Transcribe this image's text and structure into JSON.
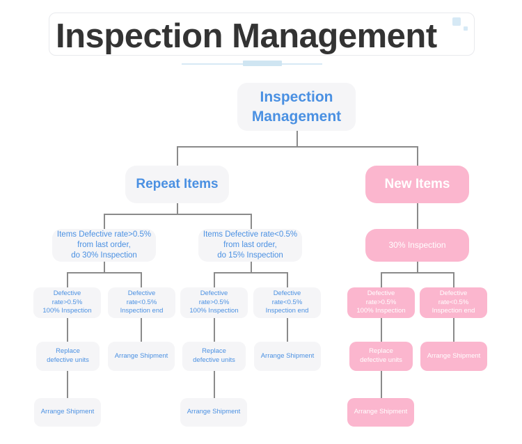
{
  "header": {
    "title": "Inspection Management",
    "decor": {
      "square_large": "decor-square",
      "square_small": "decor-square"
    }
  },
  "palette": {
    "blue_node_bg": "#f5f5f7",
    "blue_node_text": "#4a90e2",
    "pink_node_bg": "#fbb6ce",
    "pink_node_text": "#ffffff",
    "connector": "#8a8a8a",
    "title_text": "#333333",
    "accent_underline": "#d6e9f5",
    "page_bg": "#ffffff"
  },
  "chart_data": {
    "type": "diagram",
    "title": "Inspection Management",
    "layout": "top-down tree",
    "root": "Inspection Management",
    "branches": [
      {
        "name": "Repeat Items",
        "color": "blue",
        "children": [
          {
            "name": "Items Defective rate>0.5% from last order, do 30% Inspection",
            "children": [
              {
                "name": "Defective rate>0.5% 100% Inspection",
                "children": [
                  {
                    "name": "Replace defective units",
                    "children": [
                      {
                        "name": "Arrange Shipment"
                      }
                    ]
                  }
                ]
              },
              {
                "name": "Defective rate<0.5% Inspection end",
                "children": [
                  {
                    "name": "Arrange Shipment"
                  }
                ]
              }
            ]
          },
          {
            "name": "Items Defective rate<0.5% from last order, do 15% Inspection",
            "children": [
              {
                "name": "Defective rate>0.5% 100% Inspection",
                "children": [
                  {
                    "name": "Replace defective units",
                    "children": [
                      {
                        "name": "Arrange Shipment"
                      }
                    ]
                  }
                ]
              },
              {
                "name": "Defective rate<0.5% Inspection end",
                "children": [
                  {
                    "name": "Arrange Shipment"
                  }
                ]
              }
            ]
          }
        ]
      },
      {
        "name": "New Items",
        "color": "pink",
        "children": [
          {
            "name": "30% Inspection",
            "children": [
              {
                "name": "Defective rate>0.5% 100% Inspection",
                "children": [
                  {
                    "name": "Replace defective units",
                    "children": [
                      {
                        "name": "Arrange Shipment"
                      }
                    ]
                  }
                ]
              },
              {
                "name": "Defective rate<0.5% Inspection end",
                "children": [
                  {
                    "name": "Arrange Shipment"
                  }
                ]
              }
            ]
          }
        ]
      }
    ]
  },
  "nodes": {
    "root": "Inspection Management",
    "repeat_items": "Repeat Items",
    "new_items": "New Items",
    "repeat_rate_high": "Items Defective rate>0.5%\nfrom last order,\ndo 30% Inspection",
    "repeat_rate_low": "Items Defective rate<0.5%\nfrom last order,\ndo 15% Inspection",
    "new_inspection": "30% Inspection",
    "r1_defect_high": "Defective rate>0.5%\n100% Inspection",
    "r1_defect_low": "Defective rate<0.5%\nInspection end",
    "r2_defect_high": "Defective rate>0.5%\n100% Inspection",
    "r2_defect_low": "Defective rate<0.5%\nInspection end",
    "n_defect_high": "Defective rate>0.5%\n100% Inspection",
    "n_defect_low": "Defective rate<0.5%\nInspection end",
    "r1_replace": "Replace\ndefective units",
    "r1_arrange_mid": "Arrange Shipment",
    "r2_replace": "Replace\ndefective units",
    "r2_arrange_mid": "Arrange Shipment",
    "n_replace": "Replace\ndefective units",
    "n_arrange_mid": "Arrange Shipment",
    "r1_arrange_bottom": "Arrange Shipment",
    "r2_arrange_bottom": "Arrange Shipment",
    "n_arrange_bottom": "Arrange Shipment"
  }
}
